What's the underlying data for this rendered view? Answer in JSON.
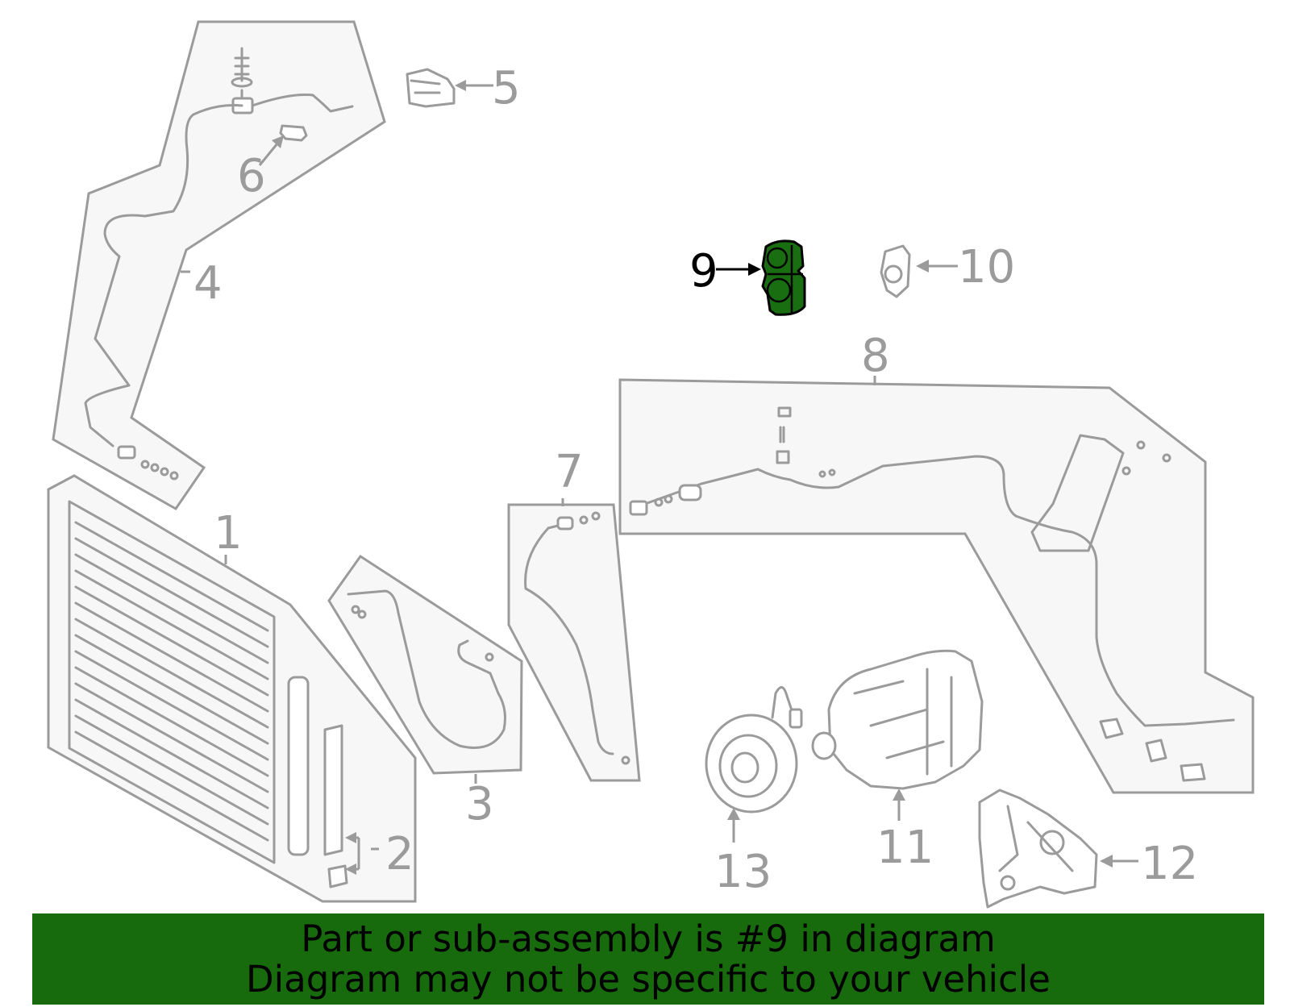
{
  "callouts": {
    "c1": "1",
    "c2": "2",
    "c3": "3",
    "c4": "4",
    "c5": "5",
    "c6": "6",
    "c7": "7",
    "c8": "8",
    "c9": "9",
    "c10": "10",
    "c11": "11",
    "c12": "12",
    "c13": "13"
  },
  "highlighted_part": "9",
  "colors": {
    "highlight": "#1a6e12",
    "banner": "#176b0d",
    "line": "#9b9b9b",
    "panel": "#f7f7f7"
  },
  "banner": {
    "line1": "Part or sub-assembly is #9 in diagram",
    "line2": "Diagram may not be specific to your vehicle"
  }
}
